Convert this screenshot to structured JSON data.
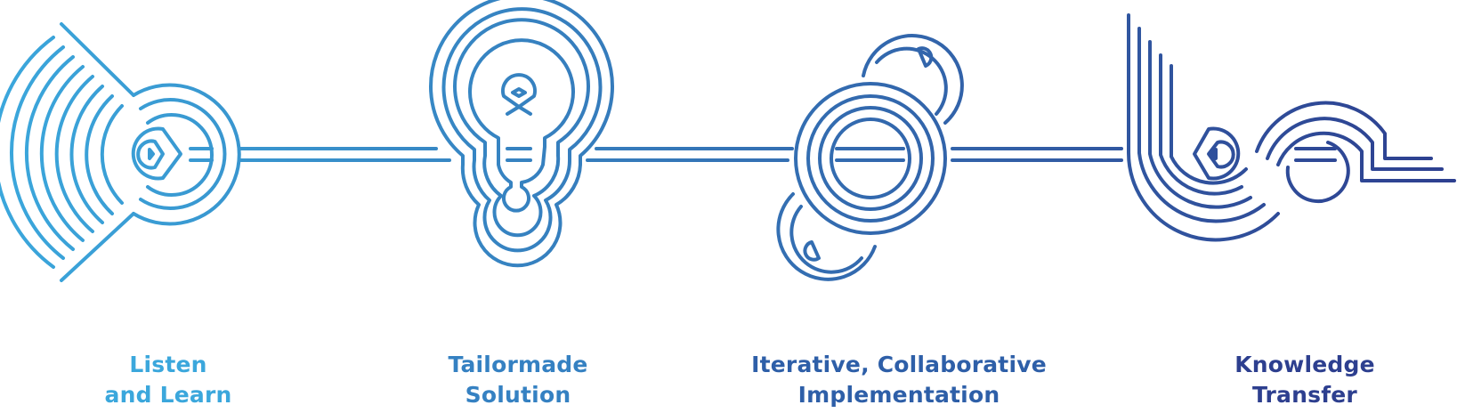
{
  "steps": [
    {
      "label": "Listen\nand Learn",
      "icon": "radar-wave-icon",
      "color": "#3ba7dc"
    },
    {
      "label": "Tailormade\nSolution",
      "icon": "lightbulb-icon",
      "color": "#3581c2"
    },
    {
      "label": "Iterative, Collaborative\nImplementation",
      "icon": "circular-cycle-icon",
      "color": "#2e5fa8"
    },
    {
      "label": "Knowledge\nTransfer",
      "icon": "knowledge-flow-icon",
      "color": "#2d3f8f"
    }
  ],
  "gradient": {
    "start": "#3ba7dc",
    "end": "#2d3f8f"
  }
}
